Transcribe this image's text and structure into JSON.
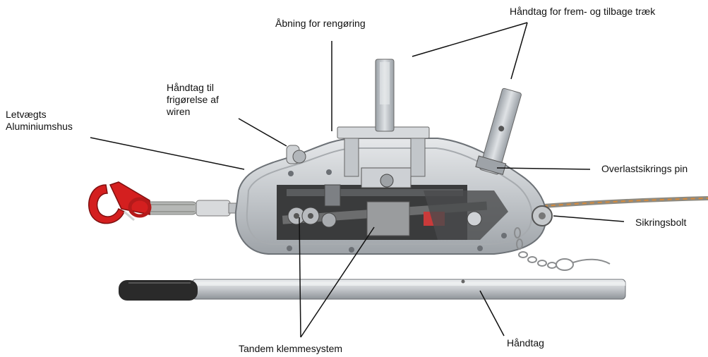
{
  "labels": {
    "aabning": "Åbning for rengøring",
    "haandtag_frem": "Håndtag for frem- og tilbage træk",
    "haandtag_frigoerelse": "Håndtag til\nfrigørelse af\nwiren",
    "letvaegts": "Letvægts\nAluminiumshus",
    "overlast": "Overlastsikrings pin",
    "sikringsbolt": "Sikringsbolt",
    "tandem": "Tandem klemmesystem",
    "haandtag": "Håndtag"
  },
  "colors": {
    "housing": "#c9ccd0",
    "housing_dark": "#8d9297",
    "hook": "#d41f1f",
    "cable": "#9a9a92",
    "grip": "#2a2a2a",
    "pipe": "#c4c7cb"
  }
}
